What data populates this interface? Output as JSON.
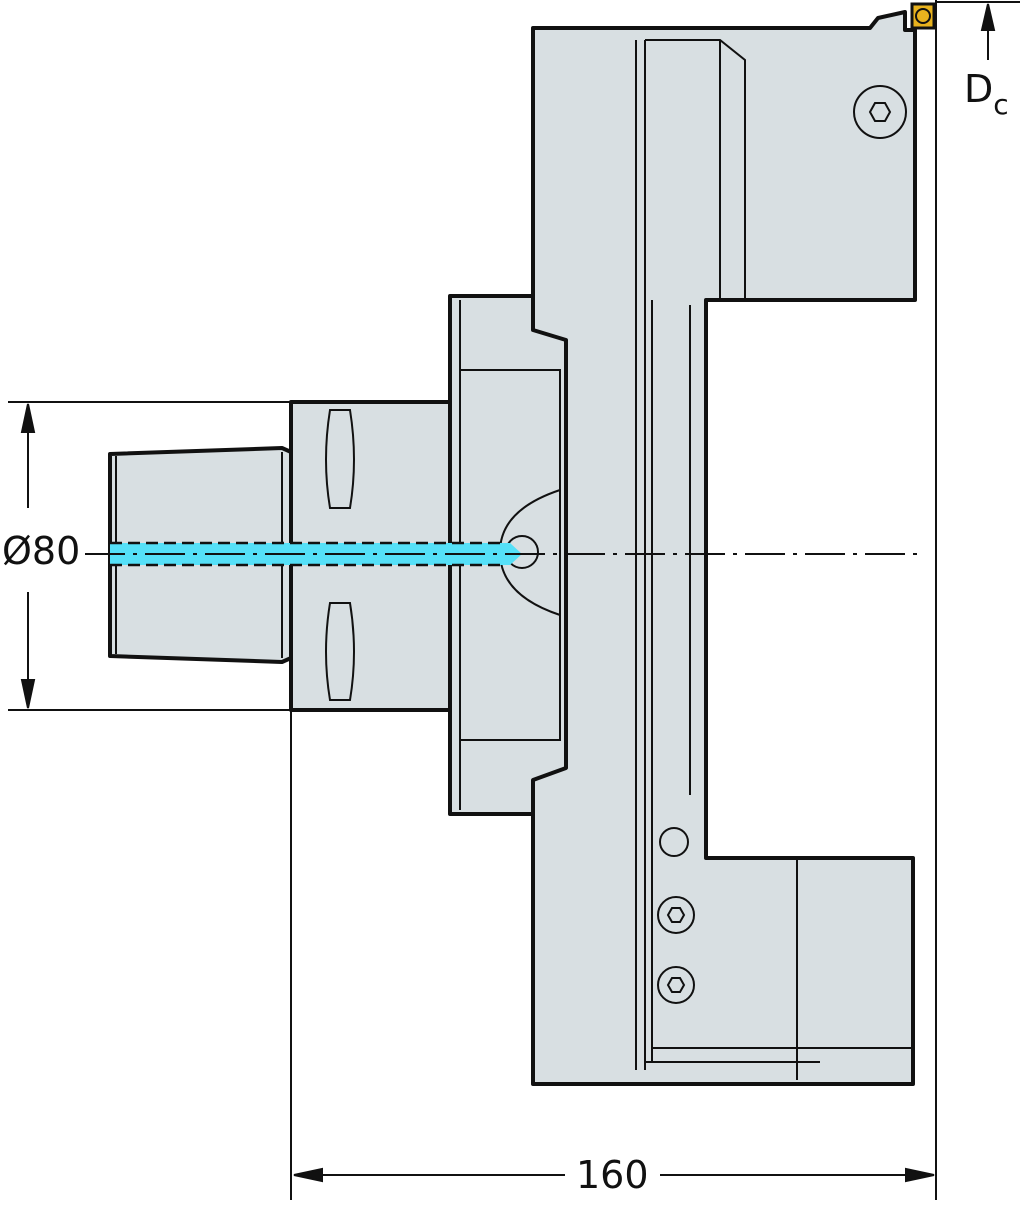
{
  "dimensions": {
    "diameter_label": "Ø80",
    "length_label": "160",
    "dc_label_main": "D",
    "dc_label_sub": "c"
  },
  "colors": {
    "body_fill": "#d8dfe2",
    "outline": "#111111",
    "coolant": "#55e0f8",
    "insert": "#e8b21e"
  }
}
